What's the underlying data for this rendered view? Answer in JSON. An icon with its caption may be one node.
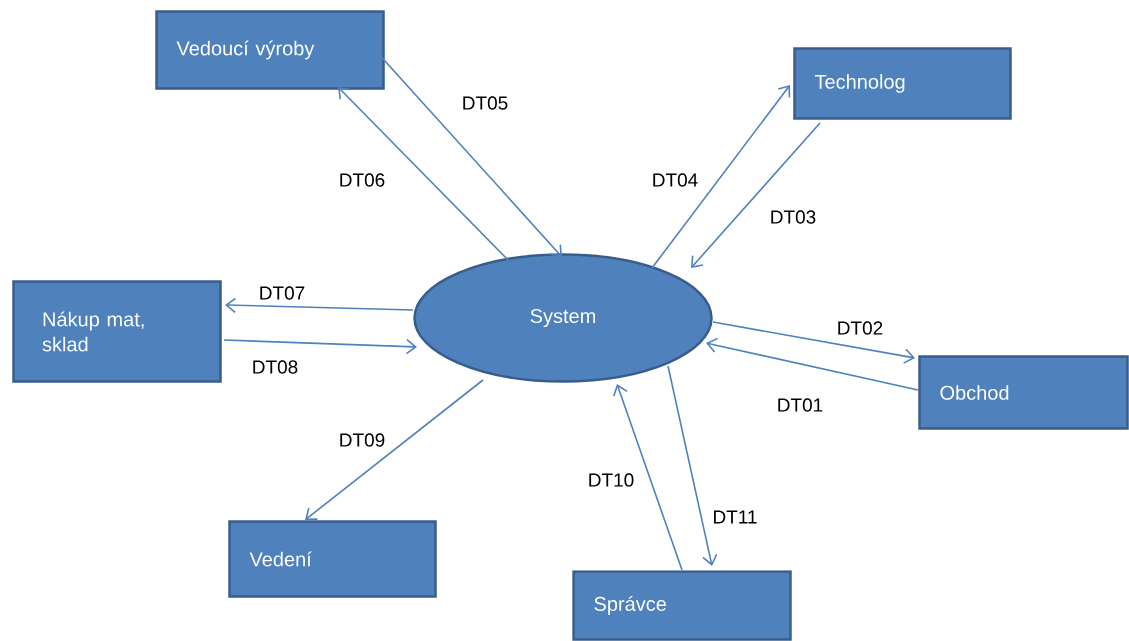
{
  "diagram": {
    "nodes": [
      {
        "text": [
          "Vedoucí výroby"
        ]
      },
      {
        "text": [
          "Technolog"
        ]
      },
      {
        "text": [
          "Nákup mat, sklad"
        ]
      },
      {
        "text": [
          "System"
        ]
      },
      {
        "text": [
          "Obchod"
        ]
      },
      {
        "text": [
          "Vedení"
        ]
      },
      {
        "text": [
          "Správce"
        ]
      }
    ],
    "edges": [
      {
        "from": 4,
        "to": 3,
        "arrow": "to",
        "label": "DT01"
      },
      {
        "from": 3,
        "to": 4,
        "arrow": "to",
        "label": "DT02"
      },
      {
        "from": 1,
        "to": 3,
        "arrow": "to",
        "label": "DT03"
      },
      {
        "from": 3,
        "to": 1,
        "arrow": "to",
        "label": "DT04"
      },
      {
        "from": 0,
        "to": 3,
        "arrow": "to",
        "label": "DT05"
      },
      {
        "from": 3,
        "to": 0,
        "arrow": "to",
        "label": "DT06"
      },
      {
        "from": 3,
        "to": 2,
        "arrow": "to",
        "label": "DT07"
      },
      {
        "from": 2,
        "to": 3,
        "arrow": "to",
        "label": "DT08"
      },
      {
        "from": 3,
        "to": 5,
        "arrow": "to",
        "label": "DT09"
      },
      {
        "from": 6,
        "to": 3,
        "arrow": "to",
        "label": "DT10"
      },
      {
        "from": 3,
        "to": 6,
        "arrow": "to",
        "label": "DT11"
      }
    ]
  }
}
